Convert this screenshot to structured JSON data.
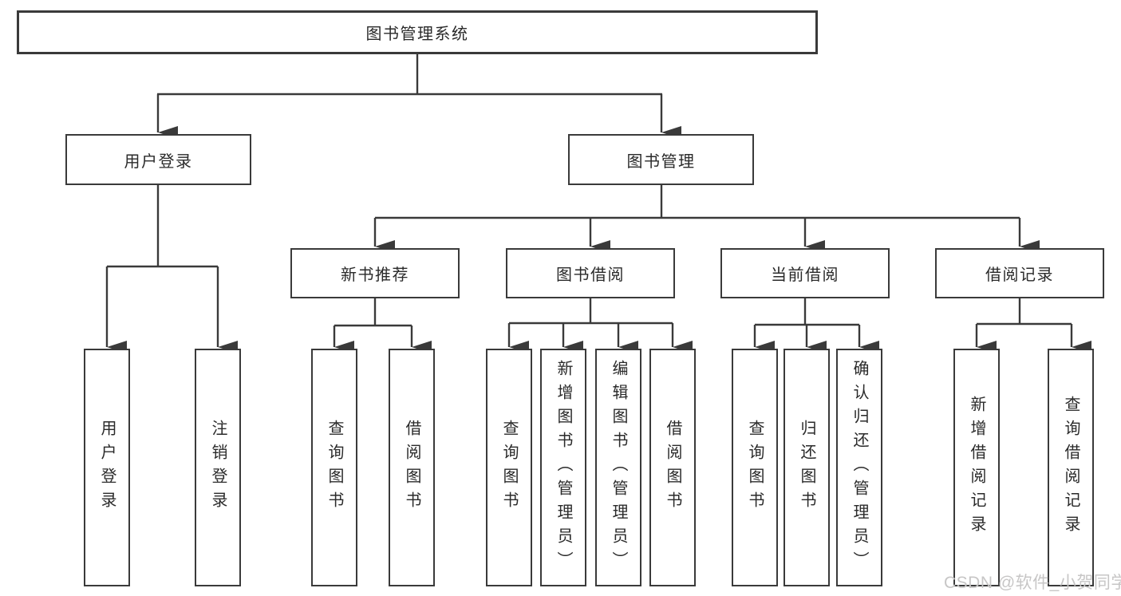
{
  "nodes": {
    "root": "图书管理系统",
    "level2": [
      "用户登录",
      "图书管理"
    ],
    "level3": [
      "新书推荐",
      "图书借阅",
      "当前借阅",
      "借阅记录"
    ],
    "login_children": [
      "用户登录",
      "注销登录"
    ],
    "recommend_children": [
      "查询图书",
      "借阅图书"
    ],
    "borrow_children": [
      "查询图书",
      "新增图书（管理员）",
      "编辑图书（管理员）",
      "借阅图书"
    ],
    "current_children": [
      "查询图书",
      "归还图书",
      "确认归还（管理员）"
    ],
    "records_children": [
      "新增借阅记录",
      "查询借阅记录"
    ]
  },
  "watermark": "CSDN @软件_小贺同学",
  "colors": {
    "line": "#3a3a3a",
    "text": "#2a2a2a",
    "watermark": "#c7c6c6",
    "bg": "#ffffff"
  }
}
